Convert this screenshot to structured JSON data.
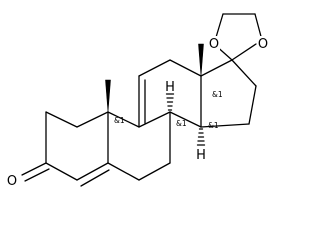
{
  "molecule": {
    "atoms": {
      "oxygen_dioxolane_left": "O",
      "oxygen_dioxolane_right": "O",
      "oxygen_ketone": "O",
      "hydrogen_c8": "H",
      "hydrogen_c14": "H"
    },
    "stereo_labels": {
      "c10": "&1",
      "c13": "&1",
      "c8": "&1",
      "c14": "&1"
    }
  }
}
